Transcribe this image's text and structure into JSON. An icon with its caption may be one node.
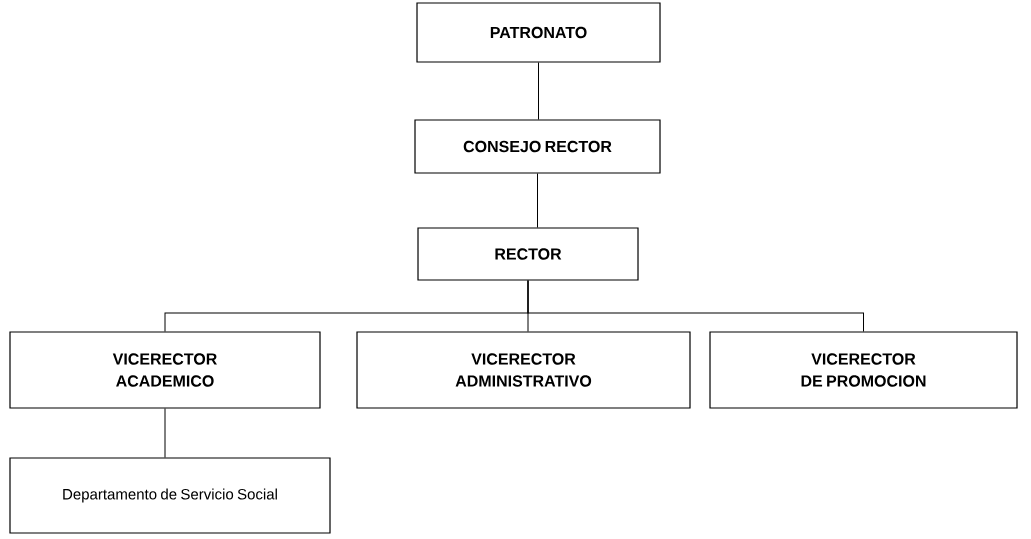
{
  "diagram": {
    "nodes": [
      {
        "text": [
          "PATRONATO"
        ]
      },
      {
        "text": [
          "CONSEJO RECTOR"
        ]
      },
      {
        "text": [
          "RECTOR"
        ]
      },
      {
        "text": [
          "VICERECTOR ACADEMICO"
        ]
      },
      {
        "text": [
          "VICERECTOR ADMINISTRATIVO"
        ]
      },
      {
        "text": [
          "VICERECTOR DE PROMOCION"
        ]
      },
      {
        "text": [
          "Departamento de Servicio Social"
        ]
      }
    ],
    "edges": [
      {
        "from": 0,
        "to": 1,
        "arrow": "none"
      },
      {
        "from": 1,
        "to": 2,
        "arrow": "none"
      },
      {
        "from": 2,
        "to": 3,
        "arrow": "none"
      },
      {
        "from": 2,
        "to": 4,
        "arrow": "none"
      },
      {
        "from": 2,
        "to": 5,
        "arrow": "none"
      },
      {
        "from": 3,
        "to": 6,
        "arrow": "none"
      }
    ]
  }
}
